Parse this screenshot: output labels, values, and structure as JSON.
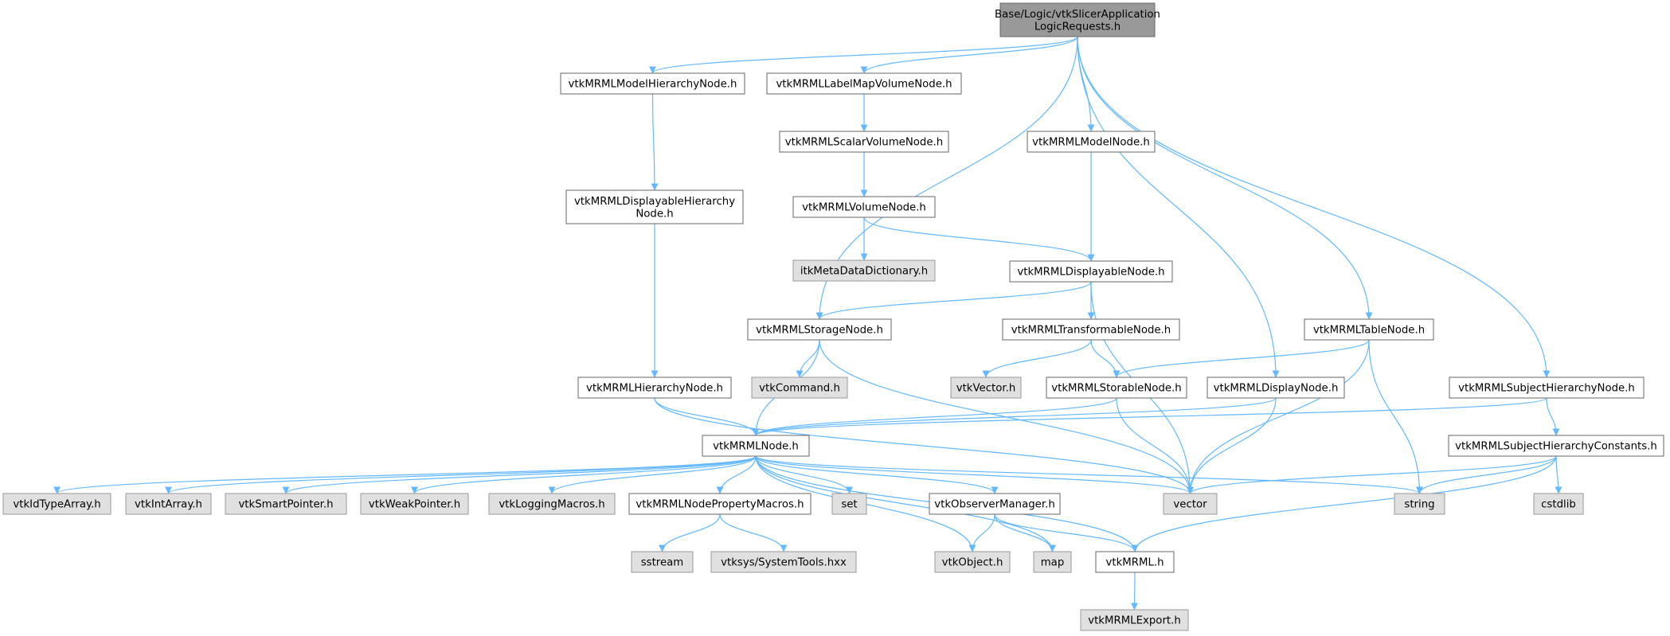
{
  "colors": {
    "edge": "#63b8ff",
    "root_fill": "#999999",
    "local_fill": "#ffffff",
    "local_stroke": "#666666",
    "system_fill": "#e0e0e0",
    "system_stroke": "#999999"
  },
  "nodes": [
    {
      "id": "root",
      "lines": [
        "Base/Logic/vtkSlicerApplication",
        "LogicRequests.h"
      ],
      "kind": "root"
    },
    {
      "id": "modelhier",
      "lines": [
        "vtkMRMLModelHierarchyNode.h"
      ],
      "kind": "local"
    },
    {
      "id": "labelmap",
      "lines": [
        "vtkMRMLLabelMapVolumeNode.h"
      ],
      "kind": "local"
    },
    {
      "id": "scalar",
      "lines": [
        "vtkMRMLScalarVolumeNode.h"
      ],
      "kind": "local"
    },
    {
      "id": "modelnode",
      "lines": [
        "vtkMRMLModelNode.h"
      ],
      "kind": "local"
    },
    {
      "id": "disphier",
      "lines": [
        "vtkMRMLDisplayableHierarchy",
        "Node.h"
      ],
      "kind": "local"
    },
    {
      "id": "volume",
      "lines": [
        "vtkMRMLVolumeNode.h"
      ],
      "kind": "local"
    },
    {
      "id": "itkmeta",
      "lines": [
        "itkMetaDataDictionary.h"
      ],
      "kind": "system"
    },
    {
      "id": "displayable",
      "lines": [
        "vtkMRMLDisplayableNode.h"
      ],
      "kind": "local"
    },
    {
      "id": "storage",
      "lines": [
        "vtkMRMLStorageNode.h"
      ],
      "kind": "local"
    },
    {
      "id": "transformable",
      "lines": [
        "vtkMRMLTransformableNode.h"
      ],
      "kind": "local"
    },
    {
      "id": "table",
      "lines": [
        "vtkMRMLTableNode.h"
      ],
      "kind": "local"
    },
    {
      "id": "hierarchy",
      "lines": [
        "vtkMRMLHierarchyNode.h"
      ],
      "kind": "local"
    },
    {
      "id": "vtkcommand",
      "lines": [
        "vtkCommand.h"
      ],
      "kind": "system"
    },
    {
      "id": "vtkvector",
      "lines": [
        "vtkVector.h"
      ],
      "kind": "system"
    },
    {
      "id": "storable",
      "lines": [
        "vtkMRMLStorableNode.h"
      ],
      "kind": "local"
    },
    {
      "id": "display",
      "lines": [
        "vtkMRMLDisplayNode.h"
      ],
      "kind": "local"
    },
    {
      "id": "subjhier",
      "lines": [
        "vtkMRMLSubjectHierarchyNode.h"
      ],
      "kind": "local"
    },
    {
      "id": "mrmlnode",
      "lines": [
        "vtkMRMLNode.h"
      ],
      "kind": "local"
    },
    {
      "id": "subjconst",
      "lines": [
        "vtkMRMLSubjectHierarchyConstants.h"
      ],
      "kind": "local"
    },
    {
      "id": "idtype",
      "lines": [
        "vtkIdTypeArray.h"
      ],
      "kind": "system"
    },
    {
      "id": "intarray",
      "lines": [
        "vtkIntArray.h"
      ],
      "kind": "system"
    },
    {
      "id": "smartptr",
      "lines": [
        "vtkSmartPointer.h"
      ],
      "kind": "system"
    },
    {
      "id": "weakptr",
      "lines": [
        "vtkWeakPointer.h"
      ],
      "kind": "system"
    },
    {
      "id": "logging",
      "lines": [
        "vtkLoggingMacros.h"
      ],
      "kind": "system"
    },
    {
      "id": "propmacros",
      "lines": [
        "vtkMRMLNodePropertyMacros.h"
      ],
      "kind": "local"
    },
    {
      "id": "set",
      "lines": [
        "set"
      ],
      "kind": "system"
    },
    {
      "id": "observer",
      "lines": [
        "vtkObserverManager.h"
      ],
      "kind": "local"
    },
    {
      "id": "vector",
      "lines": [
        "vector"
      ],
      "kind": "system"
    },
    {
      "id": "string",
      "lines": [
        "string"
      ],
      "kind": "system"
    },
    {
      "id": "cstdlib",
      "lines": [
        "cstdlib"
      ],
      "kind": "system"
    },
    {
      "id": "sstream",
      "lines": [
        "sstream"
      ],
      "kind": "system"
    },
    {
      "id": "systools",
      "lines": [
        "vtksys/SystemTools.hxx"
      ],
      "kind": "system"
    },
    {
      "id": "vtkobject",
      "lines": [
        "vtkObject.h"
      ],
      "kind": "system"
    },
    {
      "id": "map",
      "lines": [
        "map"
      ],
      "kind": "system"
    },
    {
      "id": "vtkmrml",
      "lines": [
        "vtkMRML.h"
      ],
      "kind": "local"
    },
    {
      "id": "mrmlexport",
      "lines": [
        "vtkMRMLExport.h"
      ],
      "kind": "system"
    }
  ],
  "edges": [
    [
      "root",
      "modelhier"
    ],
    [
      "root",
      "labelmap"
    ],
    [
      "root",
      "storage"
    ],
    [
      "root",
      "modelnode"
    ],
    [
      "root",
      "display"
    ],
    [
      "root",
      "table"
    ],
    [
      "root",
      "subjhier"
    ],
    [
      "modelhier",
      "disphier"
    ],
    [
      "disphier",
      "hierarchy"
    ],
    [
      "hierarchy",
      "mrmlnode"
    ],
    [
      "hierarchy",
      "vector"
    ],
    [
      "labelmap",
      "scalar"
    ],
    [
      "scalar",
      "volume"
    ],
    [
      "volume",
      "itkmeta"
    ],
    [
      "volume",
      "displayable"
    ],
    [
      "modelnode",
      "displayable"
    ],
    [
      "displayable",
      "storage"
    ],
    [
      "displayable",
      "transformable"
    ],
    [
      "displayable",
      "vector"
    ],
    [
      "storage",
      "mrmlnode"
    ],
    [
      "storage",
      "vtkcommand"
    ],
    [
      "storage",
      "vector"
    ],
    [
      "transformable",
      "vtkvector"
    ],
    [
      "transformable",
      "storable"
    ],
    [
      "storable",
      "mrmlnode"
    ],
    [
      "storable",
      "vector"
    ],
    [
      "table",
      "storable"
    ],
    [
      "table",
      "vector"
    ],
    [
      "table",
      "string"
    ],
    [
      "display",
      "mrmlnode"
    ],
    [
      "display",
      "vector"
    ],
    [
      "subjhier",
      "mrmlnode"
    ],
    [
      "subjhier",
      "subjconst"
    ],
    [
      "subjconst",
      "vector"
    ],
    [
      "subjconst",
      "string"
    ],
    [
      "subjconst",
      "cstdlib"
    ],
    [
      "subjconst",
      "vtkmrml"
    ],
    [
      "mrmlnode",
      "idtype"
    ],
    [
      "mrmlnode",
      "intarray"
    ],
    [
      "mrmlnode",
      "smartptr"
    ],
    [
      "mrmlnode",
      "weakptr"
    ],
    [
      "mrmlnode",
      "logging"
    ],
    [
      "mrmlnode",
      "propmacros"
    ],
    [
      "mrmlnode",
      "set"
    ],
    [
      "mrmlnode",
      "vtkobject"
    ],
    [
      "mrmlnode",
      "observer"
    ],
    [
      "mrmlnode",
      "map"
    ],
    [
      "mrmlnode",
      "vtkmrml"
    ],
    [
      "mrmlnode",
      "vector"
    ],
    [
      "mrmlnode",
      "string"
    ],
    [
      "propmacros",
      "sstream"
    ],
    [
      "propmacros",
      "systools"
    ],
    [
      "observer",
      "vtkobject"
    ],
    [
      "observer",
      "map"
    ],
    [
      "observer",
      "vtkmrml"
    ],
    [
      "vtkmrml",
      "mrmlexport"
    ]
  ]
}
